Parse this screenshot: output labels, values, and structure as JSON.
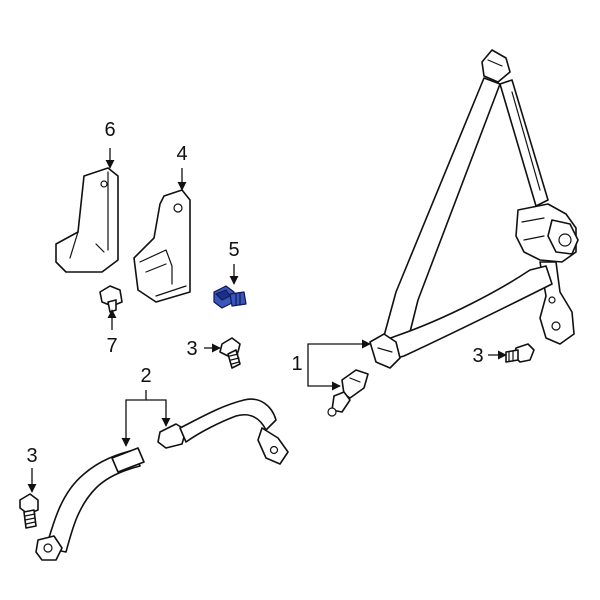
{
  "callouts": {
    "c1": "1",
    "c2": "2",
    "c3_mid": "3",
    "c3_right": "3",
    "c3_left": "3",
    "c4": "4",
    "c5": "5",
    "c6": "6",
    "c7": "7"
  },
  "colors": {
    "line": "#111111",
    "highlight": "#3a56b8",
    "background": "#ffffff"
  }
}
